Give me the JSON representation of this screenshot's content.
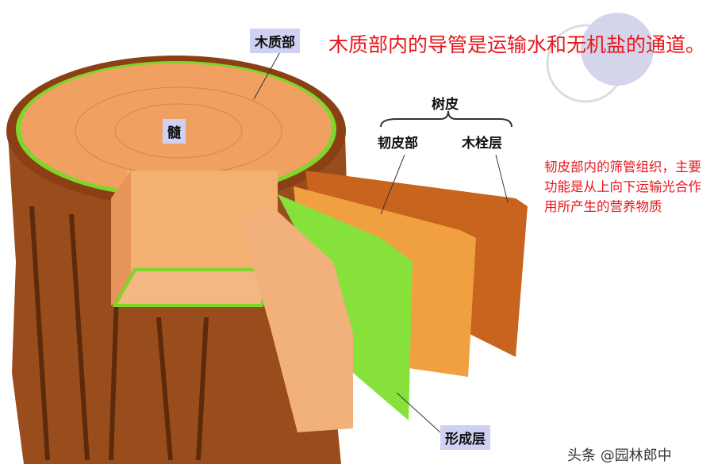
{
  "labels": {
    "xylem": "木质部",
    "pith": "髓",
    "bark": "树皮",
    "phloem": "韧皮部",
    "cork": "木栓层",
    "cambium": "形成层"
  },
  "headline": "木质部内的导管是运输水和无机盐的通道。",
  "note": "韧皮部内的筛管组织，主要功能是从上向下运输光合作用所产生的营养物质",
  "watermark": "头条 @园林郎中",
  "colors": {
    "accent_text": "#e8161c",
    "label_box": "#cfd0f2",
    "cambium": "#7ed62a",
    "bark": "#9a4d1c"
  }
}
